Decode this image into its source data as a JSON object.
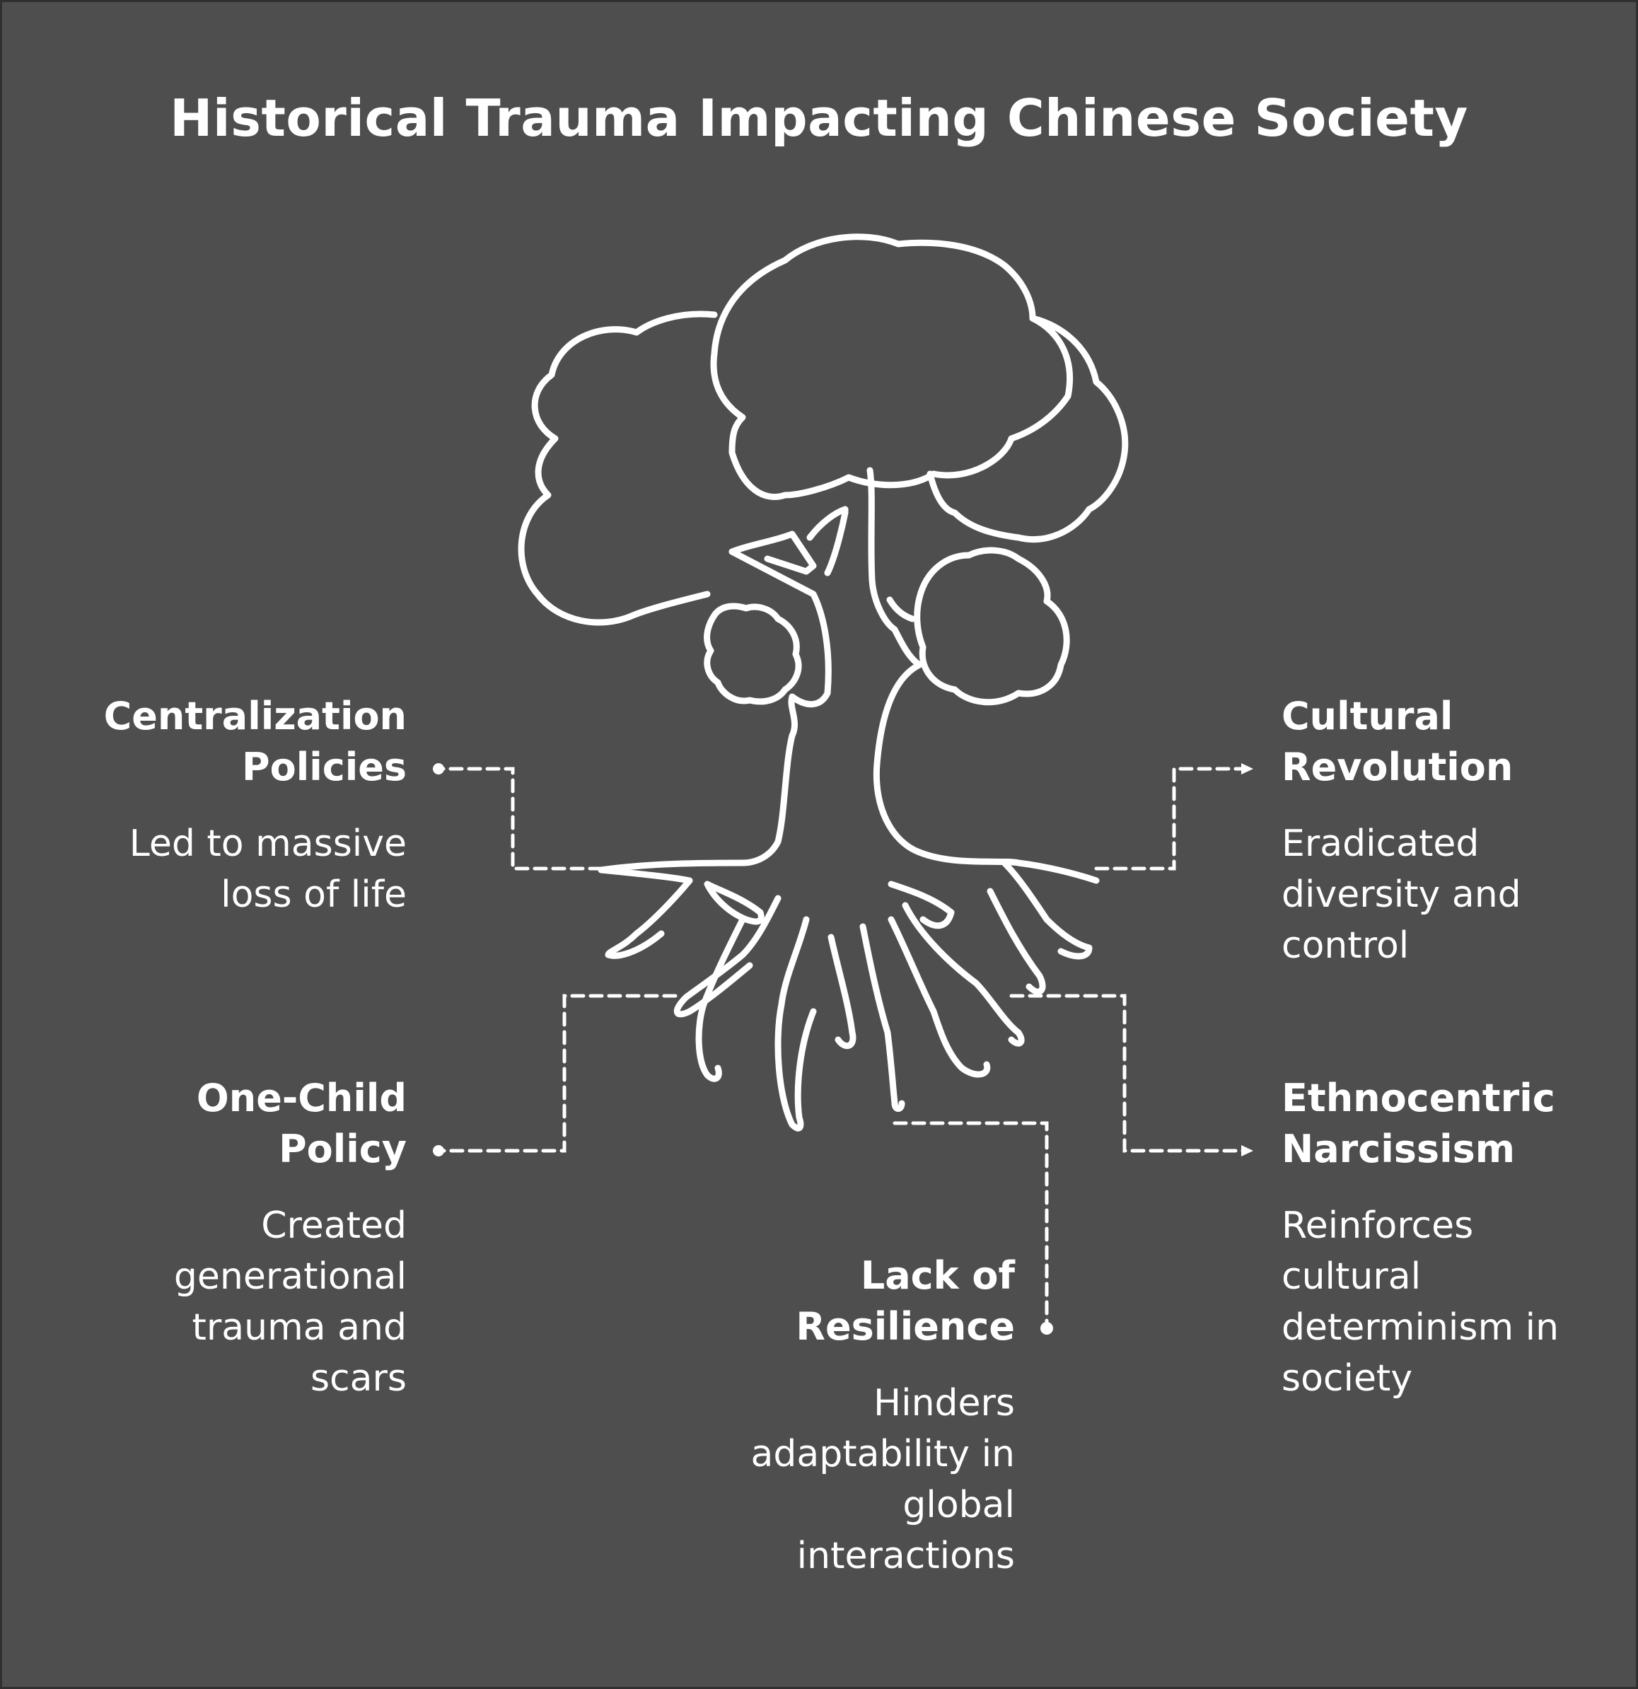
{
  "title": "Historical Trauma Impacting Chinese Society",
  "colors": {
    "background": "#4e4e4e",
    "stroke": "#ffffff"
  },
  "icons": {
    "central": "tree-icon"
  },
  "items": [
    {
      "id": "centralization",
      "title_lines": [
        "Centralization",
        "Policies"
      ],
      "desc_lines": [
        "Led to massive",
        "loss of life"
      ]
    },
    {
      "id": "cultural-revolution",
      "title_lines": [
        "Cultural",
        "Revolution"
      ],
      "desc_lines": [
        "Eradicated",
        "diversity and",
        "control"
      ]
    },
    {
      "id": "one-child",
      "title_lines": [
        "One-Child",
        "Policy"
      ],
      "desc_lines": [
        "Created",
        "generational",
        "trauma and",
        "scars"
      ]
    },
    {
      "id": "ethnocentric",
      "title_lines": [
        "Ethnocentric",
        "Narcissism"
      ],
      "desc_lines": [
        "Reinforces",
        "cultural",
        "determinism in",
        "society"
      ]
    },
    {
      "id": "resilience",
      "title_lines": [
        "Lack of",
        "Resilience"
      ],
      "desc_lines": [
        "Hinders",
        "adaptability in",
        "global",
        "interactions"
      ]
    }
  ]
}
